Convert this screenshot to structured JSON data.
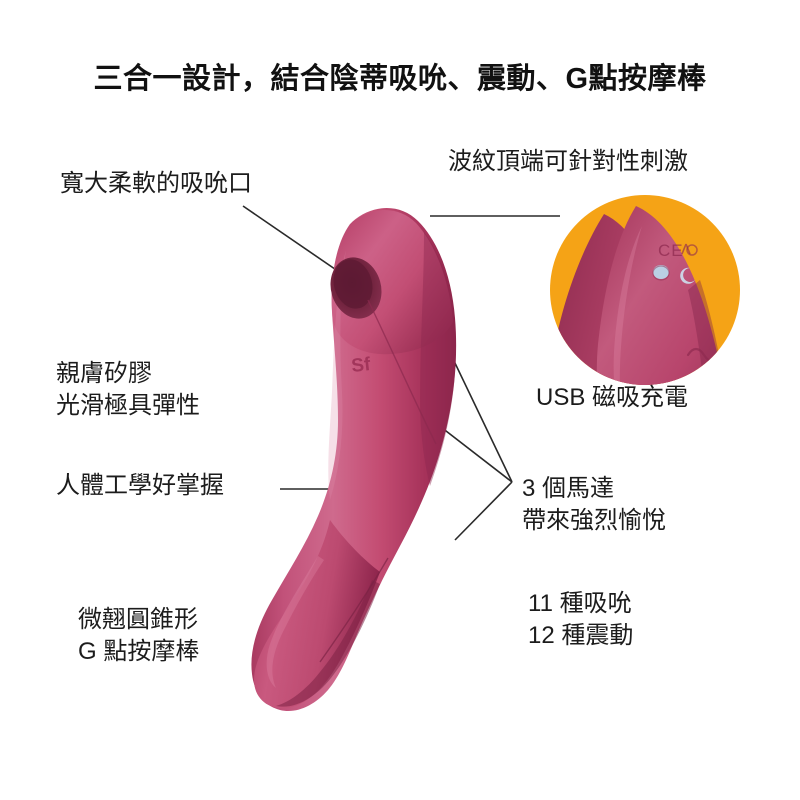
{
  "headline": "三合一設計，結合陰蒂吸吮、震動、G點按摩棒",
  "labels": {
    "suction_mouth": "寬大柔軟的吸吮口",
    "wave_tip": "波紋頂端可針對性刺激",
    "silicone_line1": "親膚矽膠",
    "silicone_line2": "光滑極具彈性",
    "ergonomic": "人體工學好掌握",
    "gspot_line1": "微翹圓錐形",
    "gspot_line2": "G 點按摩棒",
    "usb_charging": "USB 磁吸充電",
    "motors_line1": "3 個馬達",
    "motors_line2": "帶來強烈愉悅",
    "modes_line1": "11 種吸吮",
    "modes_line2": "12 種震動"
  },
  "colors": {
    "background": "#ffffff",
    "text": "#1c1c1c",
    "headline": "#111111",
    "product_body": "#c04b72",
    "product_body_dark": "#9e2f55",
    "product_body_darkest": "#7d2846",
    "product_highlight": "#d2708f",
    "suction_hole": "#6f2240",
    "inset_background": "#f5a316",
    "leader_line": "#2a2a2a"
  },
  "product": {
    "brand_mark": "Sf",
    "inset_markings": [
      "CE",
      "control-button",
      "indicator-light",
      "wave-symbol"
    ]
  }
}
